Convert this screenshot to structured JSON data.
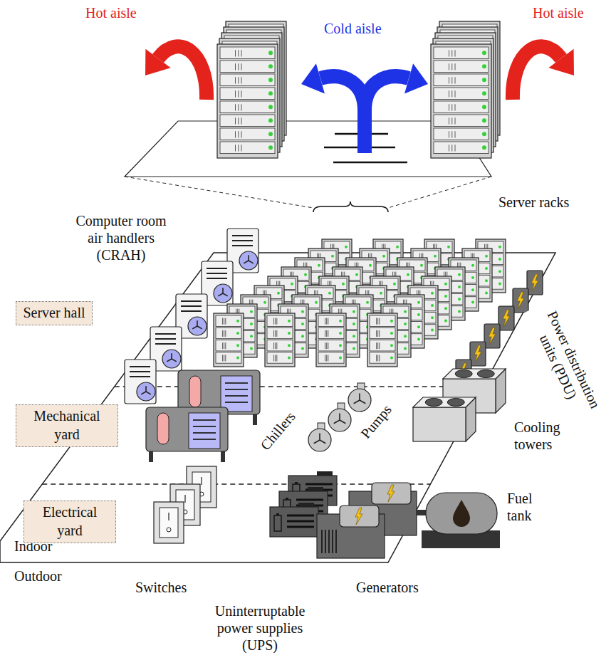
{
  "diagram": {
    "nodes": [
      {
        "text": [
          "Server hall"
        ]
      },
      {
        "text": [
          "Mechanical yard"
        ]
      },
      {
        "text": [
          "Electrical yard"
        ]
      }
    ],
    "labels": [
      "Hot aisle",
      "Cold aisle",
      "Hot aisle",
      "Server racks",
      "Computer room air handlers (CRAH)",
      "Power distribution units (PDU)",
      "Chillers",
      "Pumps",
      "Cooling towers",
      "Indoor",
      "Outdoor",
      "Switches",
      "Uninterruptable power supplies (UPS)",
      "Generators",
      "Fuel tank"
    ]
  }
}
